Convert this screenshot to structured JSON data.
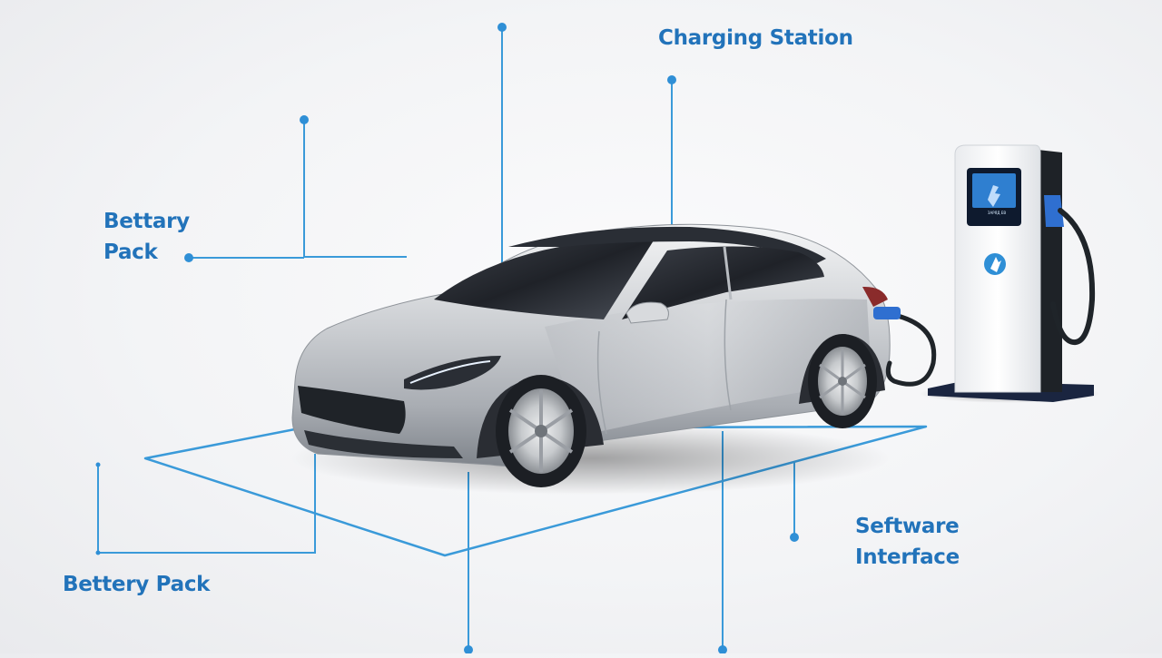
{
  "theme": {
    "accent": "#2f8fd6",
    "label_color": "#2273ba",
    "line_color": "#3a9ad9",
    "station_dark": "#1a2540"
  },
  "labels": {
    "charging_station": "Charging Station",
    "battery_pack_top": [
      "Bettary",
      "Pack"
    ],
    "battery_pack_bottom": "Bettery Pack",
    "software_interface": [
      "Seftware",
      "Interface"
    ]
  },
  "station": {
    "screen_text": "ЗАРЯД ЕВ",
    "screen_icon": "plug-icon",
    "logo_icon": "bolt-logo-icon"
  },
  "icons": {
    "marker": "dot-marker-icon",
    "car": "electric-car-illustration",
    "cable": "charging-cable"
  }
}
